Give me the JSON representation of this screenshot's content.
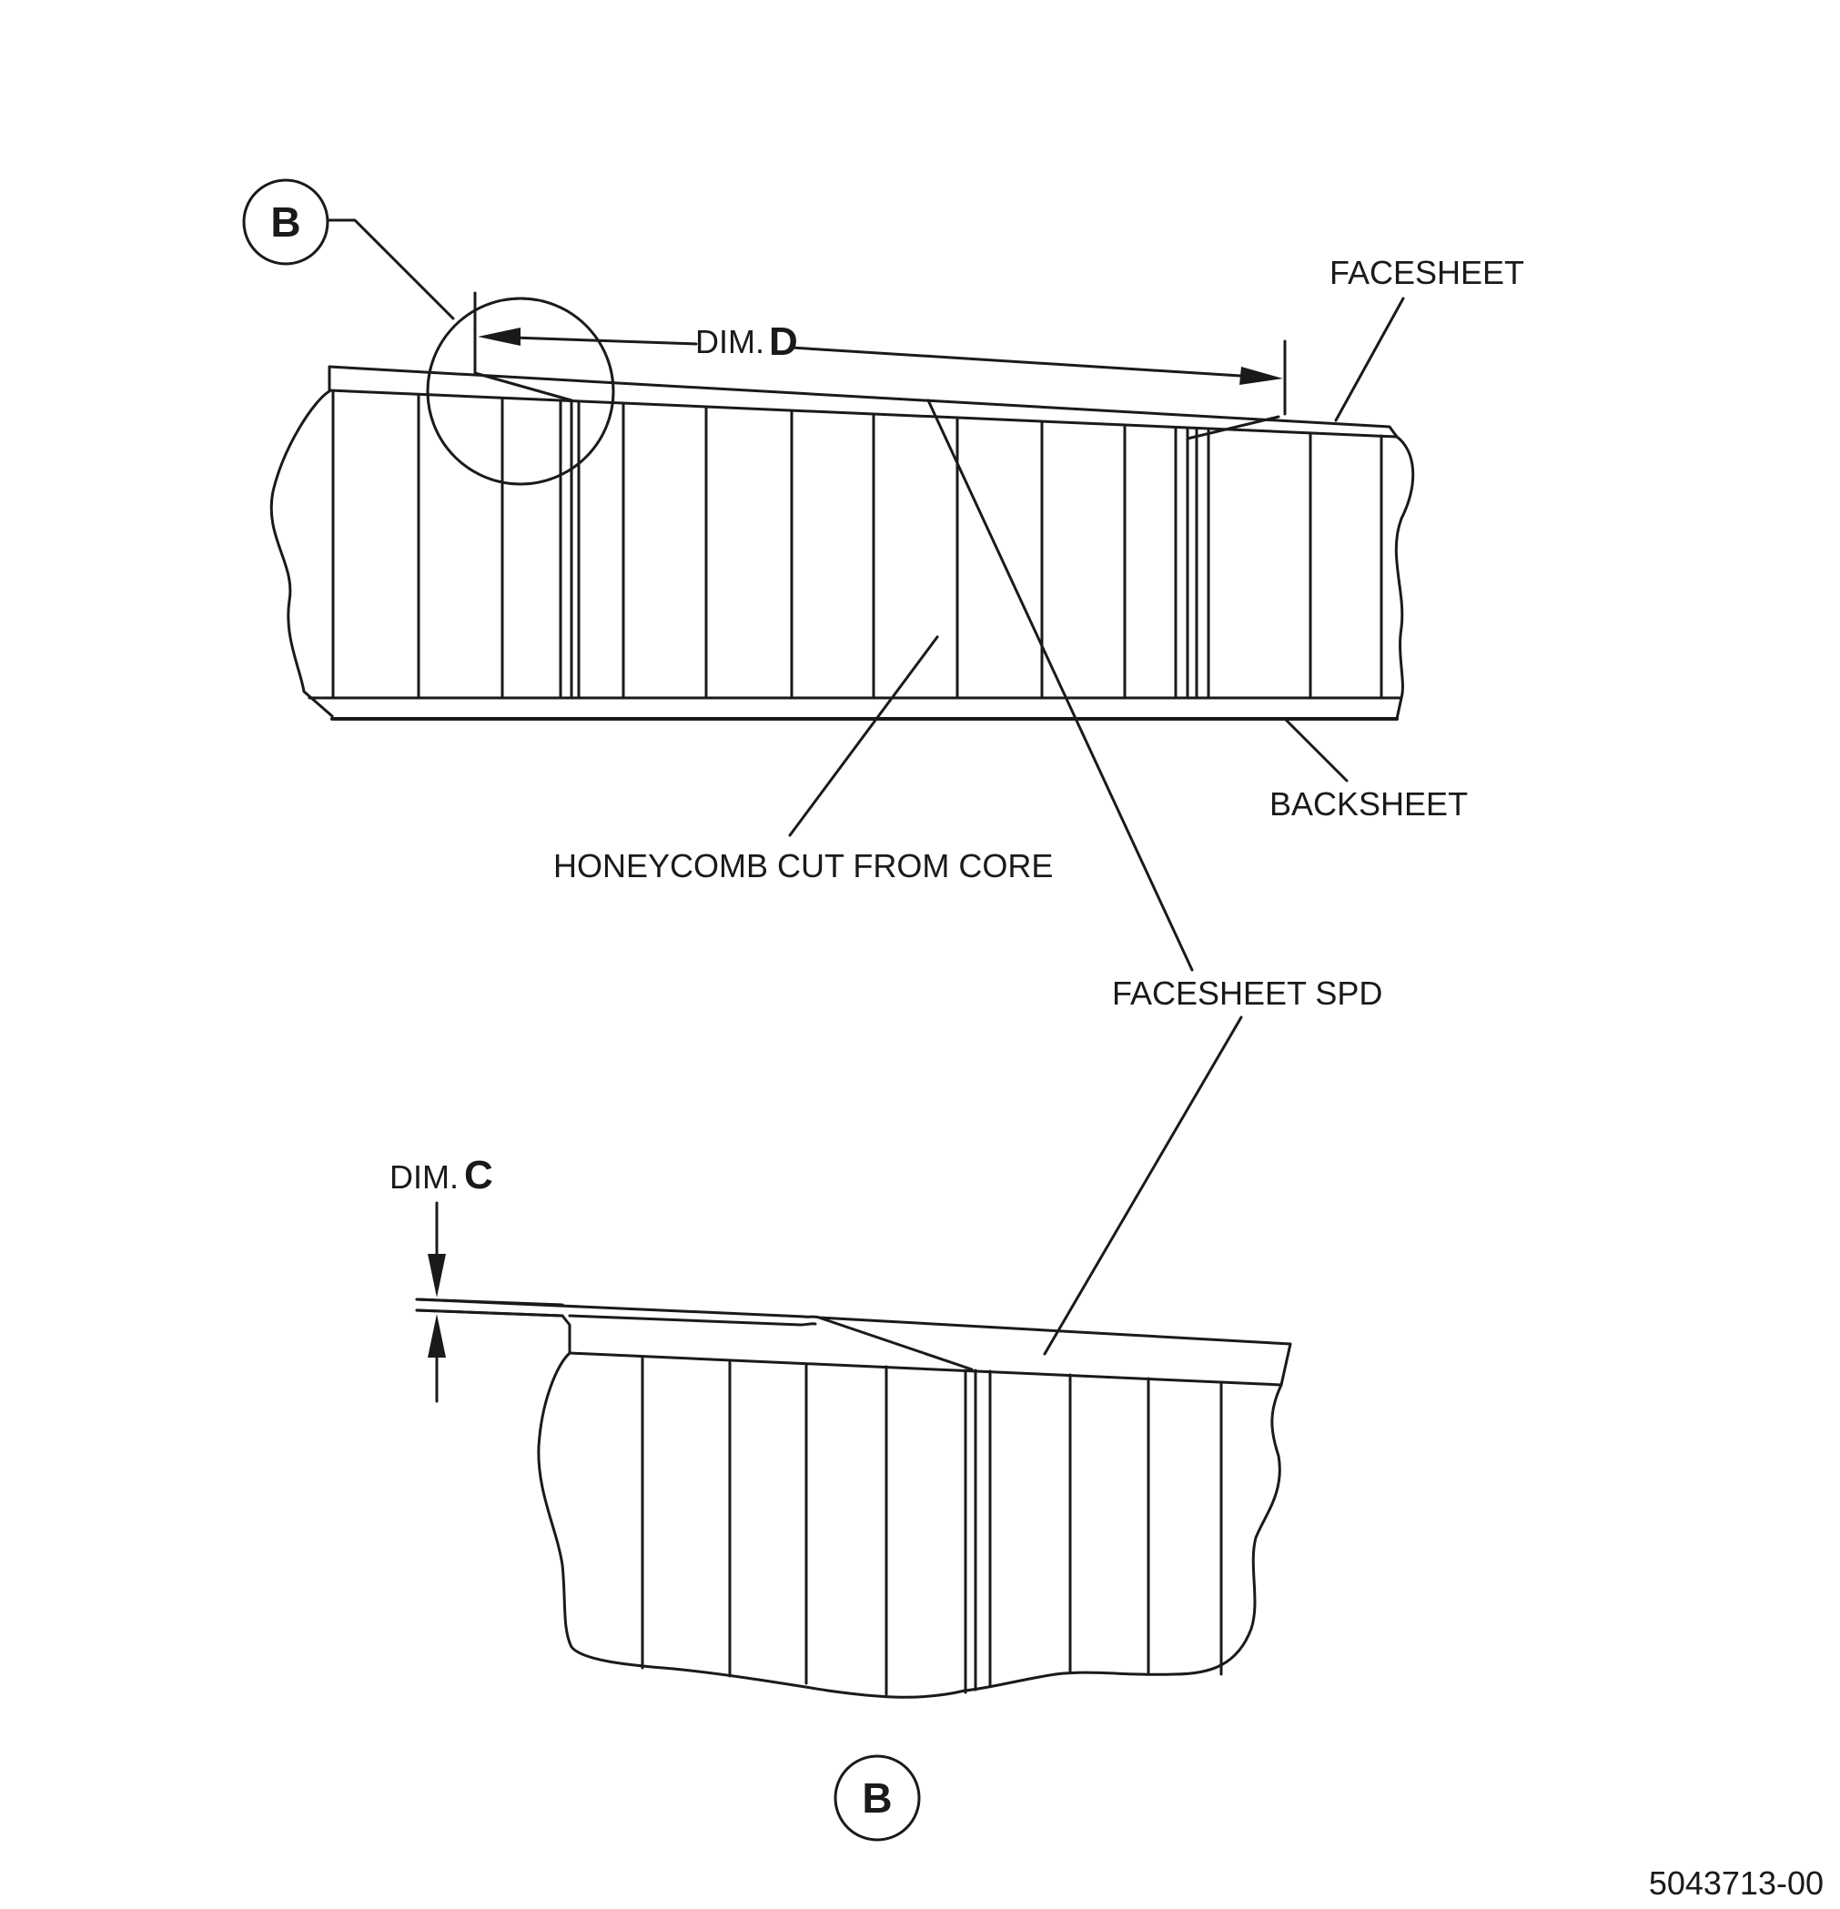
{
  "detail_view": {
    "callout_letter": "B"
  },
  "labels": {
    "facesheet": "FACESHEET",
    "backsheet": "BACKSHEET",
    "honeycomb": "HONEYCOMB CUT FROM CORE",
    "facesheet_spd": "FACESHEET SPD"
  },
  "dimensions": {
    "dim_prefix": "DIM.",
    "dim_d_letter": "D",
    "dim_c_letter": "C"
  },
  "figure_number": "5043713-00"
}
